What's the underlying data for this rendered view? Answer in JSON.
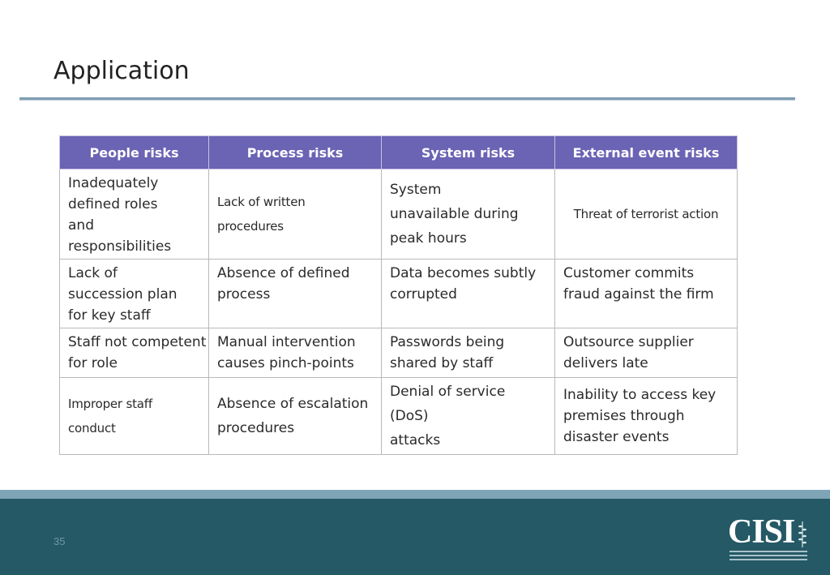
{
  "slide": {
    "title": "Application",
    "page_number": "35"
  },
  "table": {
    "headers": [
      "People risks",
      "Process risks",
      "System risks",
      "External event risks"
    ],
    "rows": [
      [
        "Inadequately\ndefined roles\nand\nresponsibilities",
        "Lack of written\nprocedures",
        "System\nunavailable during\npeak hours",
        "Threat of terrorist action"
      ],
      [
        "Lack of\nsuccession plan\nfor key staff",
        "Absence of defined\nprocess",
        "Data becomes subtly\ncorrupted",
        "Customer commits\nfraud against the firm"
      ],
      [
        "Staff not competent\nfor role",
        "Manual intervention\ncauses pinch-points",
        "Passwords being\nshared by staff",
        "Outsource supplier\ndelivers late"
      ],
      [
        "Improper staff\nconduct",
        "Absence of escalation\nprocedures",
        "Denial of service (DoS)\nattacks",
        "Inability to access key\npremises through\ndisaster events"
      ]
    ]
  },
  "logo": {
    "text": "CISI"
  },
  "colors": {
    "header_bg": "#6b63b4",
    "footer_bg": "#245965",
    "accent_band": "#7fa4b6"
  }
}
